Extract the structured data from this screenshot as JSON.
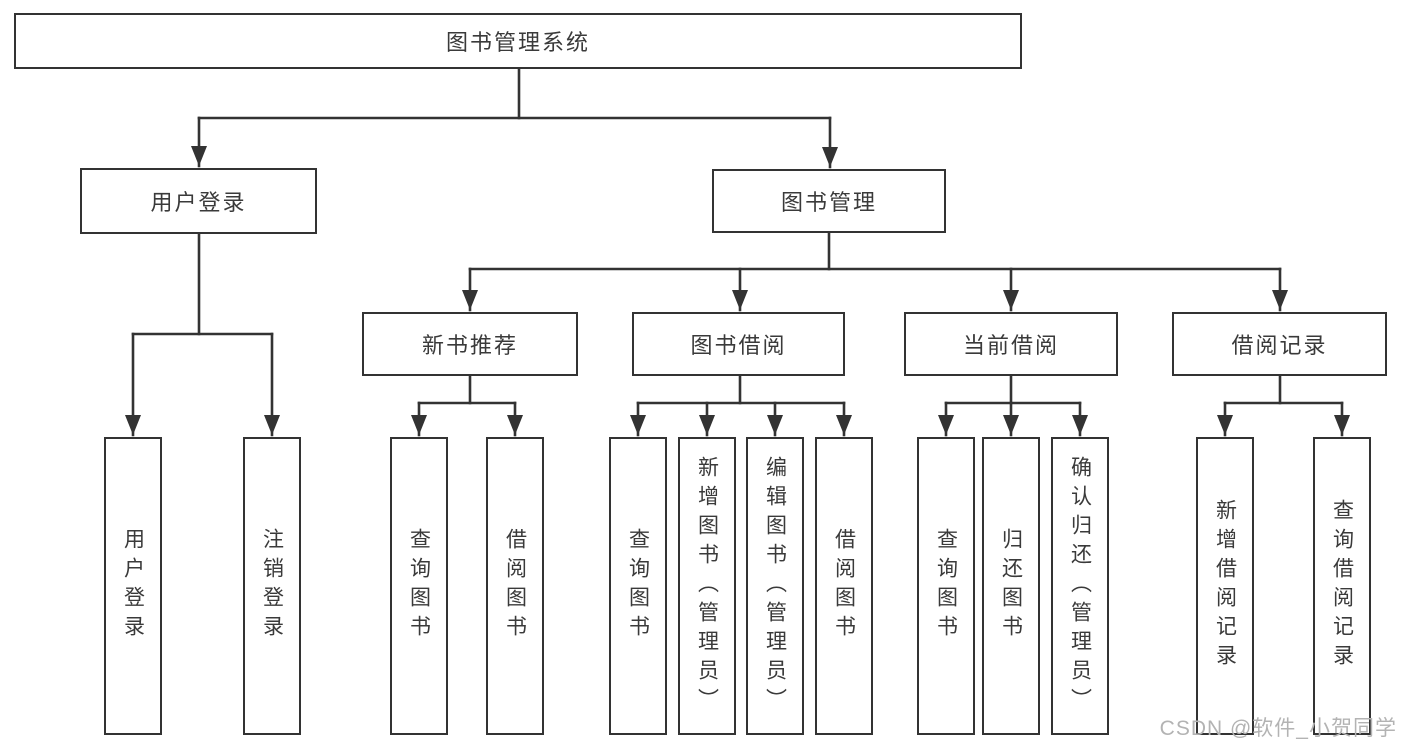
{
  "watermark": "CSDN @软件_小贺同学",
  "colors": {
    "line": "#333333",
    "box_border": "#333333",
    "box_fill": "#ffffff",
    "text": "#3a3a3a",
    "watermark_text": "#b3b3b3"
  },
  "tree": {
    "root": {
      "label": "图书管理系统"
    },
    "user_login": {
      "label": "用户登录",
      "children": [
        {
          "label": "用户登录"
        },
        {
          "label": "注销登录"
        }
      ]
    },
    "book_management": {
      "label": "图书管理",
      "children": [
        {
          "label": "新书推荐",
          "children": [
            {
              "label": "查询图书"
            },
            {
              "label": "借阅图书"
            }
          ]
        },
        {
          "label": "图书借阅",
          "children": [
            {
              "label": "查询图书"
            },
            {
              "label": "新增图书（管理员）"
            },
            {
              "label": "编辑图书（管理员）"
            },
            {
              "label": "借阅图书"
            }
          ]
        },
        {
          "label": "当前借阅",
          "children": [
            {
              "label": "查询图书"
            },
            {
              "label": "归还图书"
            },
            {
              "label": "确认归还（管理员）"
            }
          ]
        },
        {
          "label": "借阅记录",
          "children": [
            {
              "label": "新增借阅记录"
            },
            {
              "label": "查询借阅记录"
            }
          ]
        }
      ]
    }
  }
}
